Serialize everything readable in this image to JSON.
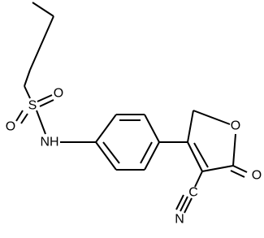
{
  "molecule": {
    "atom_labels": {
      "sulfonyl_o_upper": "O",
      "sulfonyl_o_lower": "O",
      "sulfur": "S",
      "amine": "NH",
      "ring_oxygen": "O",
      "carbonyl_oxygen": "O",
      "nitrile_c": "C",
      "nitrile_n": "N"
    }
  }
}
